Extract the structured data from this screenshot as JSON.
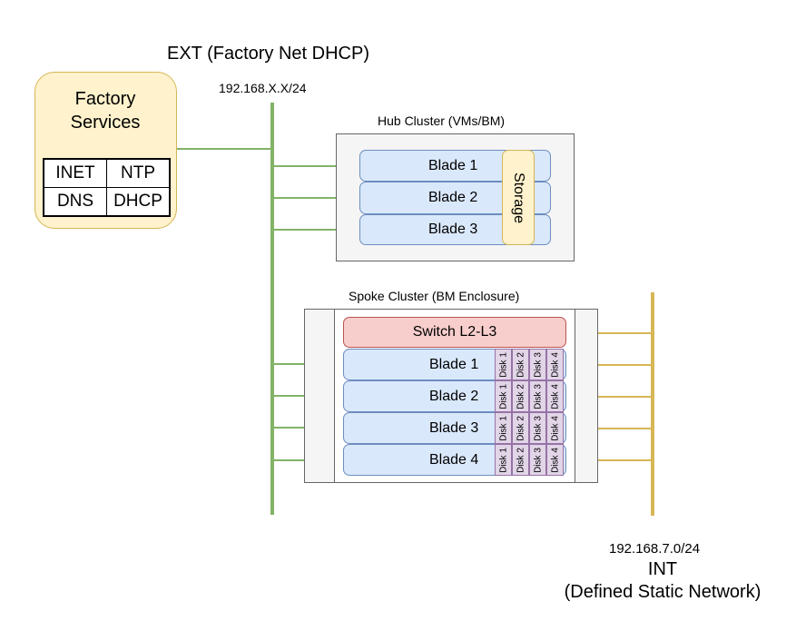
{
  "ext_network": {
    "title": "EXT (Factory Net DHCP)",
    "subnet": "192.168.X.X/24",
    "color": "#82b366"
  },
  "factory": {
    "title_line1": "Factory",
    "title_line2": "Services",
    "services": [
      "INET",
      "NTP",
      "DNS",
      "DHCP"
    ]
  },
  "hub_cluster": {
    "title": "Hub Cluster (VMs/BM)",
    "blades": [
      "Blade 1",
      "Blade 2",
      "Blade 3"
    ],
    "storage_label": "Storage"
  },
  "spoke_cluster": {
    "title": "Spoke Cluster (BM Enclosure)",
    "switch_label": "Switch L2-L3",
    "blades": [
      "Blade 1",
      "Blade 2",
      "Blade 3",
      "Blade 4"
    ],
    "disks": [
      "Disk 1",
      "Disk 2",
      "Disk 3",
      "Disk 4"
    ]
  },
  "int_network": {
    "subnet": "192.168.7.0/24",
    "name": "INT",
    "description": "(Defined Static Network)",
    "color": "#d6b656"
  }
}
